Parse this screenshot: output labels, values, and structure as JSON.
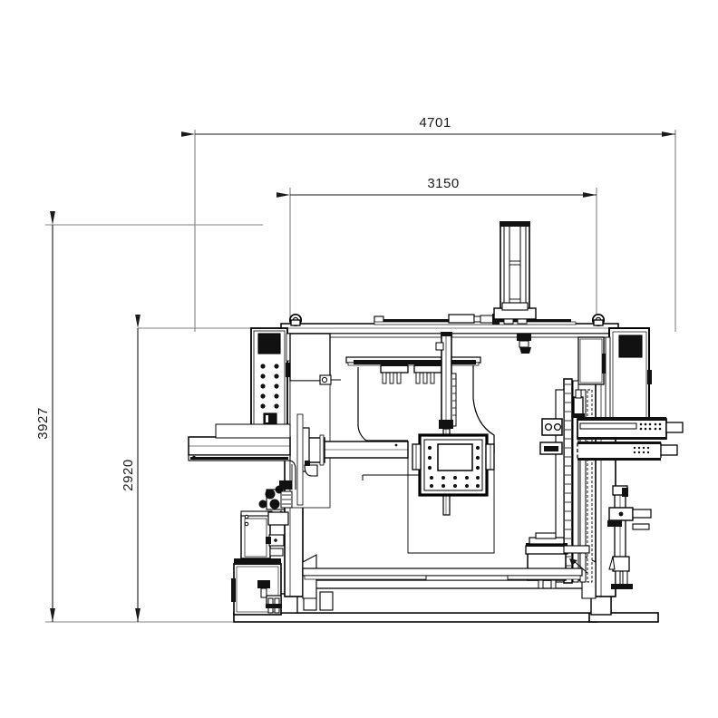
{
  "drawing": {
    "title": "Industrial Machine Front Elevation",
    "view": "front-elevation",
    "background_color": "#ffffff",
    "line_color": "#000000",
    "dimension_line_color": "#1a1a1a",
    "extension_line_color": "#808080",
    "units": "mm"
  },
  "dimensions": {
    "overall_width": {
      "value": "4701",
      "orientation": "horizontal",
      "position": "top-outer"
    },
    "inner_width": {
      "value": "3150",
      "orientation": "horizontal",
      "position": "top-inner"
    },
    "overall_height": {
      "value": "3927",
      "orientation": "vertical",
      "position": "left-outer"
    },
    "inner_height": {
      "value": "2920",
      "orientation": "vertical",
      "position": "left-inner"
    }
  },
  "components": {
    "left_control_panel": {
      "name": "left-control-panel",
      "display": "dark-screen",
      "button_rows": 5,
      "button_cols": 2,
      "has_bottom_switch": true
    },
    "right_control_cabinet": {
      "name": "right-control-cabinet",
      "display": "dark-screen"
    },
    "center_hmi": {
      "name": "center-hmi-panel",
      "screen": "light-screen",
      "side_buttons": 3,
      "bottom_button_rows": 2,
      "bottom_button_cols": 5
    },
    "top_gantry": {
      "name": "top-gantry-beam",
      "lifting_eyes": 2,
      "vertical_mast": true
    },
    "right_actuators": {
      "name": "right-linear-actuators",
      "count": 2
    },
    "base_frame": {
      "name": "base-frame",
      "feet": 2
    },
    "left_conveyor": {
      "name": "left-conveyor-arm"
    },
    "hose_blocks": {
      "name": "hose-connector-blocks",
      "count": 2
    },
    "fixture_block": {
      "name": "work-fixture-block"
    },
    "pump_cabinet": {
      "name": "lower-left-pump-cabinet"
    },
    "spindle": {
      "name": "horizontal-spindle-shaft"
    }
  }
}
